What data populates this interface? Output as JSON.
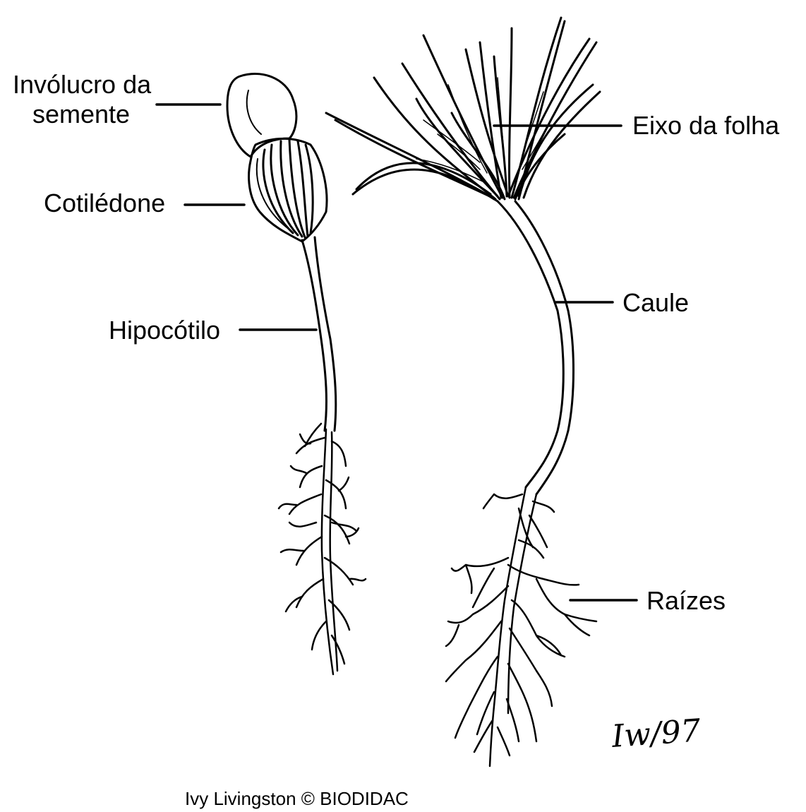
{
  "labels": {
    "seed_coat_line1": "Invólucro da",
    "seed_coat_line2": "semente",
    "cotyledon": "Cotilédone",
    "hypocotyl": "Hipocótilo",
    "leaf_axis": "Eixo da folha",
    "stem": "Caule",
    "roots": "Raízes"
  },
  "signature": "Iw/97",
  "credit": "Ivy Livingston © BIODIDAC",
  "colors": {
    "ink": "#000000",
    "background": "#ffffff"
  }
}
